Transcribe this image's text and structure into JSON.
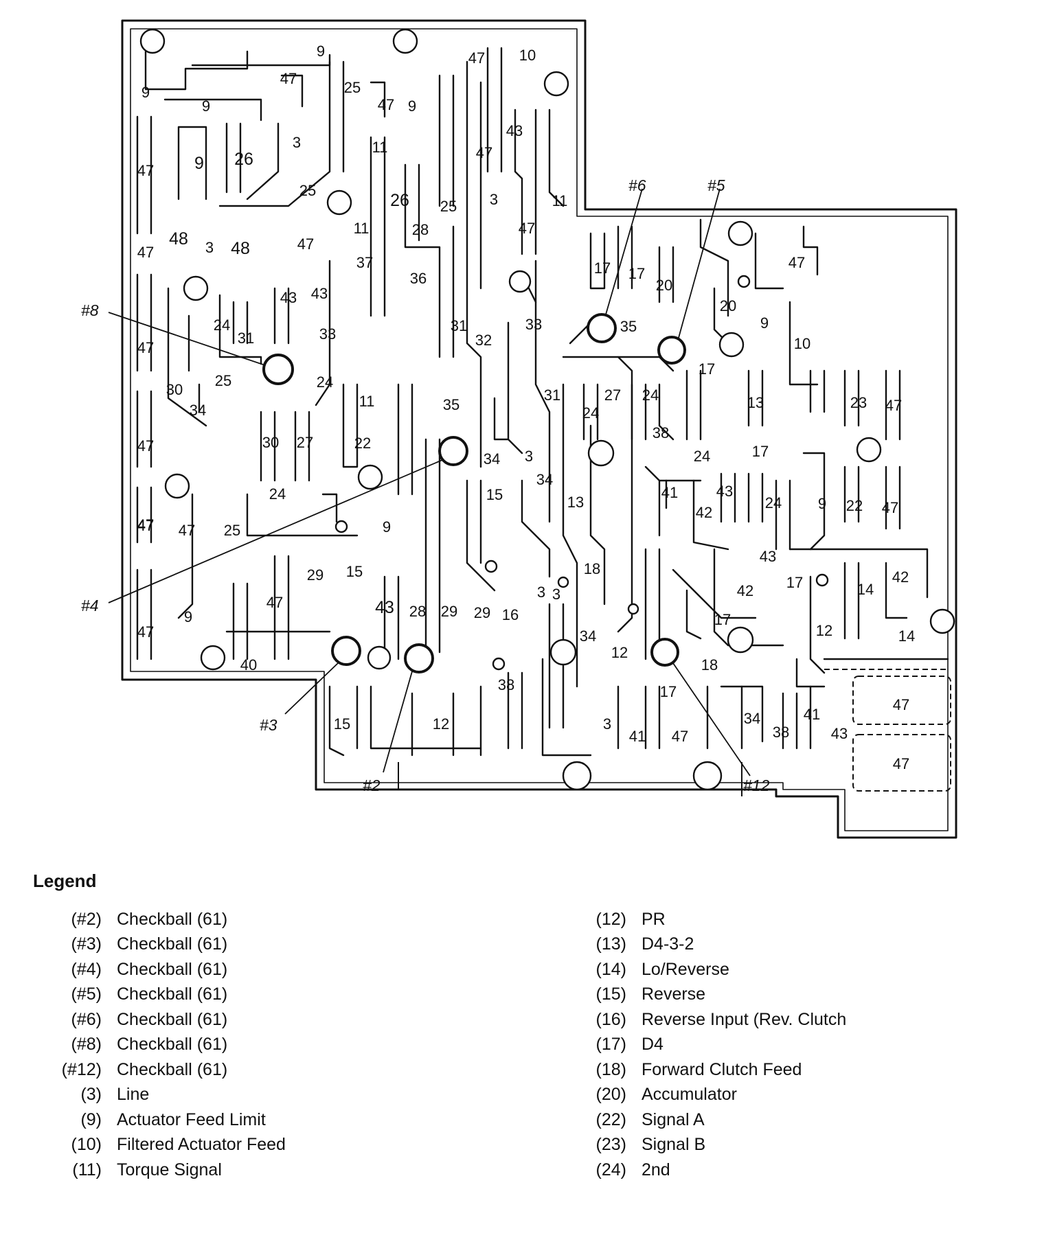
{
  "diagram": {
    "labels": {
      "a1": "9",
      "a2": "9",
      "a3": "47",
      "a4": "9",
      "a5": "25",
      "a6": "47",
      "a7": "9",
      "a8": "47",
      "a9": "10",
      "a10": "43",
      "a11": "47",
      "a12": "3",
      "a13": "47",
      "a14": "9",
      "a15": "26",
      "a16": "11",
      "a17": "25",
      "a18": "26",
      "a19": "3",
      "a20": "25",
      "a21": "11",
      "a22": "47",
      "a23": "48",
      "a24": "3",
      "a25": "48",
      "a26": "47",
      "a27": "11",
      "a28": "28",
      "a29": "47",
      "a30": "37",
      "a31": "36",
      "a32": "43",
      "a33": "43",
      "a34": "47",
      "a35": "24",
      "a36": "31",
      "a37": "33",
      "a38": "31",
      "a39": "32",
      "a40": "33",
      "a41": "30",
      "a42": "25",
      "a43": "24",
      "a44": "34",
      "a45": "11",
      "a46": "35",
      "a47": "47",
      "a48": "30",
      "a49": "27",
      "a50": "22",
      "a51": "34",
      "a52": "3",
      "a53": "34",
      "a54": "47",
      "a55": "24",
      "a56": "15",
      "a57": "47",
      "a58": "47",
      "a59": "25",
      "a60": "9",
      "a61": "29",
      "a62": "15",
      "a63": "47",
      "a64": "43",
      "a65": "28",
      "a66": "29",
      "a67": "29",
      "a68": "16",
      "a69": "9",
      "a70": "47",
      "a71": "40",
      "a72": "3",
      "a73": "15",
      "a74": "12",
      "a75": "38",
      "a76": "13",
      "a77": "18",
      "a78": "3",
      "a79": "34",
      "a80": "12",
      "a81": "3",
      "a82": "41",
      "a83": "47",
      "a84": "17",
      "a85": "17",
      "a86": "20",
      "a87": "35",
      "a88": "31",
      "a89": "24",
      "a90": "27",
      "a91": "24",
      "a92": "38",
      "a93": "17",
      "a94": "24",
      "a95": "41",
      "a96": "42",
      "a97": "43",
      "a98": "24",
      "a99": "43",
      "a100": "42",
      "a101": "17",
      "a102": "17",
      "a103": "18",
      "a104": "17",
      "a105": "47",
      "a106": "20",
      "a107": "9",
      "a108": "10",
      "a109": "13",
      "a110": "17",
      "a111": "23",
      "a112": "47",
      "a113": "9",
      "a114": "22",
      "a115": "47",
      "a116": "42",
      "a117": "14",
      "a118": "12",
      "a119": "14",
      "a120": "34",
      "a121": "38",
      "a122": "41",
      "a123": "43",
      "a124": "47",
      "a125": "47"
    },
    "checkballs": {
      "b2": "#2",
      "b3": "#3",
      "b4": "#4",
      "b5": "#5",
      "b6": "#6",
      "b8": "#8",
      "b12": "#12"
    }
  },
  "legend": {
    "title": "Legend",
    "left": [
      {
        "code": "(#2)",
        "desc": "Checkball (61)"
      },
      {
        "code": "(#3)",
        "desc": "Checkball (61)"
      },
      {
        "code": "(#4)",
        "desc": "Checkball (61)"
      },
      {
        "code": "(#5)",
        "desc": "Checkball (61)"
      },
      {
        "code": "(#6)",
        "desc": "Checkball (61)"
      },
      {
        "code": "(#8)",
        "desc": "Checkball (61)"
      },
      {
        "code": "(#12)",
        "desc": "Checkball (61)"
      },
      {
        "code": "(3)",
        "desc": "Line"
      },
      {
        "code": "(9)",
        "desc": "Actuator Feed Limit"
      },
      {
        "code": "(10)",
        "desc": "Filtered Actuator Feed"
      },
      {
        "code": "(11)",
        "desc": "Torque Signal"
      }
    ],
    "right": [
      {
        "code": "(12)",
        "desc": "PR"
      },
      {
        "code": "(13)",
        "desc": "D4-3-2"
      },
      {
        "code": "(14)",
        "desc": "Lo/Reverse"
      },
      {
        "code": "(15)",
        "desc": "Reverse"
      },
      {
        "code": "(16)",
        "desc": "Reverse Input (Rev. Clutch"
      },
      {
        "code": "(17)",
        "desc": "D4"
      },
      {
        "code": "(18)",
        "desc": "Forward Clutch Feed"
      },
      {
        "code": "(20)",
        "desc": "Accumulator"
      },
      {
        "code": "(22)",
        "desc": "Signal A"
      },
      {
        "code": "(23)",
        "desc": "Signal B"
      },
      {
        "code": "(24)",
        "desc": "2nd"
      }
    ]
  }
}
